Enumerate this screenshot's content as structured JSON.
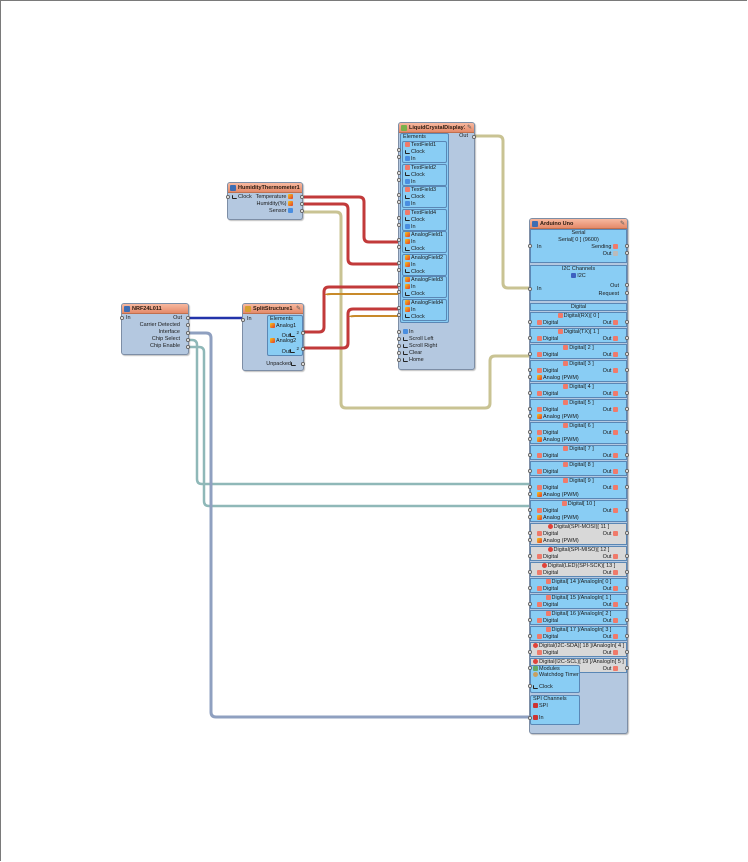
{
  "canvas": {
    "background": "#ffffff"
  },
  "wire_colors": {
    "analog": "#c23a3a",
    "clock": "#c88a2a",
    "i2c": "#c9c393",
    "unpacked": "#c9c393",
    "spi_blue": "#2233aa",
    "digital": "#8fb8b8",
    "spi_gray": "#8fa0c0"
  },
  "humidity": {
    "title": "HumidityThermometer1",
    "clock": "Clock",
    "temperature": "Temperature",
    "humidity": "Humidity(%)",
    "sensor": "Sensor"
  },
  "nrf": {
    "title": "NRF24L011",
    "in": "In",
    "out": "Out",
    "carrier": "Carrier Detected",
    "interface": "Interface",
    "chip_select": "Chip Select",
    "chip_enable": "Chip Enable"
  },
  "split": {
    "title": "SplitStructure1",
    "in": "In",
    "elements": "Elements",
    "analog1": "Analog1",
    "analog2": "Analog2",
    "out": "Out",
    "unpacked": "Unpacked",
    "count1": "2",
    "count2": "2"
  },
  "lcd": {
    "title": "LiquidCrystalDisplay1",
    "out": "Out",
    "elements": "Elements",
    "fields": [
      {
        "name": "TextField1",
        "a": "Clock",
        "b": "In"
      },
      {
        "name": "TextField2",
        "a": "Clock",
        "b": "In"
      },
      {
        "name": "TextField3",
        "a": "Clock",
        "b": "In"
      },
      {
        "name": "TextField4",
        "a": "Clock",
        "b": "In"
      },
      {
        "name": "AnalogField1",
        "a": "In",
        "b": "Clock"
      },
      {
        "name": "AnalogField2",
        "a": "In",
        "b": "Clock"
      },
      {
        "name": "AnalogField3",
        "a": "In",
        "b": "Clock"
      },
      {
        "name": "AnalogField4",
        "a": "In",
        "b": "Clock"
      }
    ],
    "bottom": [
      "In",
      "Scroll Left",
      "Scroll Right",
      "Clear",
      "Home"
    ]
  },
  "arduino": {
    "title": "Arduino Uno",
    "serial": {
      "header": "Serial",
      "item": "Serial[ 0 ] (9600)",
      "in": "In",
      "sending": "Sending",
      "out": "Out"
    },
    "i2c": {
      "header": "I2C Channels",
      "item": "I2C",
      "in": "In",
      "out": "Out",
      "request": "Request"
    },
    "digital_header": "Digital",
    "digital": [
      {
        "name": "Digital(RX)[ 0 ]",
        "pwm": false,
        "gray": false
      },
      {
        "name": "Digital(TX)[ 1 ]",
        "pwm": false,
        "gray": false
      },
      {
        "name": "Digital[ 2 ]",
        "pwm": false,
        "gray": false
      },
      {
        "name": "Digital[ 3 ]",
        "pwm": true,
        "gray": false
      },
      {
        "name": "Digital[ 4 ]",
        "pwm": false,
        "gray": false
      },
      {
        "name": "Digital[ 5 ]",
        "pwm": true,
        "gray": false
      },
      {
        "name": "Digital[ 6 ]",
        "pwm": true,
        "gray": false
      },
      {
        "name": "Digital[ 7 ]",
        "pwm": false,
        "gray": false
      },
      {
        "name": "Digital[ 8 ]",
        "pwm": false,
        "gray": false
      },
      {
        "name": "Digital[ 9 ]",
        "pwm": true,
        "gray": false
      },
      {
        "name": "Digital[ 10 ]",
        "pwm": true,
        "gray": false
      },
      {
        "name": "Digital(SPI-MOSI)[ 11 ]",
        "pwm": true,
        "gray": true
      },
      {
        "name": "Digital(SPI-MISO)[ 12 ]",
        "pwm": false,
        "gray": true
      },
      {
        "name": "Digital(LED)(SPI-SCK)[ 13 ]",
        "pwm": false,
        "gray": true
      },
      {
        "name": "Digital[ 14 ]/AnalogIn[ 0 ]",
        "pwm": false,
        "gray": false
      },
      {
        "name": "Digital[ 15 ]/AnalogIn[ 1 ]",
        "pwm": false,
        "gray": false
      },
      {
        "name": "Digital[ 16 ]/AnalogIn[ 2 ]",
        "pwm": false,
        "gray": false
      },
      {
        "name": "Digital[ 17 ]/AnalogIn[ 3 ]",
        "pwm": false,
        "gray": false
      },
      {
        "name": "Digital(I2C-SDA)[ 18 ]/AnalogIn[ 4 ]",
        "pwm": false,
        "gray": true
      },
      {
        "name": "Digital(I2C-SCL)[ 19 ]/AnalogIn[ 5 ]",
        "pwm": false,
        "gray": true
      }
    ],
    "digital_label": "Digital",
    "out_label": "Out",
    "pwm_label": "Analog (PWM)",
    "modules": {
      "header": "Modules",
      "item": "Watchdog Timer",
      "clock": "Clock"
    },
    "spi": {
      "header": "SPI Channels",
      "item": "SPI",
      "in": "In"
    }
  }
}
